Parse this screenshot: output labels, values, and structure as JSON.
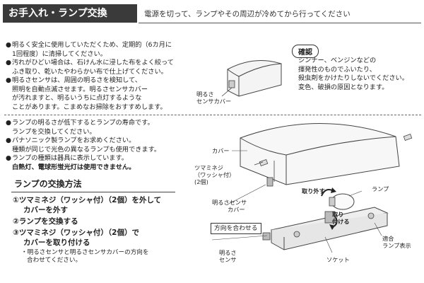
{
  "header": {
    "title": "お手入れ・ランプ交換",
    "subtitle": "電源を切って、ランプやその周辺が冷めてから行ってください"
  },
  "care": {
    "bullets": [
      [
        "明るく安全に使用していただくため、定期的（6カ月に",
        "1回程度）に清掃してください。"
      ],
      [
        "汚れがひどい場合は、石けん水に浸した布をよく絞って",
        "ふき取り、乾いたやわらかい布で仕上げてください。"
      ],
      [
        "明るさセンサは、周囲の明るさを検知して、",
        "照明を自動点滅させます。明るさセンサカバー",
        "が汚れますと、明るいうちに点灯するような",
        "ことがあります。こまめなお掃除をおすすめします。"
      ]
    ],
    "sensor_cover_label": [
      "明るさ",
      "センサカバー"
    ],
    "confirm_label": "確認",
    "confirm_text": [
      "シンナー、ベンジンなどの",
      "揮発性のものでふいたり、",
      "殺虫剤をかけたりしないでください。",
      "変色、破損の原因となります。"
    ]
  },
  "lamp": {
    "bullets": [
      [
        "ランプの明るさが低下するとランプの寿命です。",
        "ランプを交換してください。"
      ],
      [
        "パナソニック製ランプをお求めください。",
        "種類が同じで光色の異なるランプも使用できます。"
      ],
      [
        "ランプの種類は器具に表示しています。"
      ]
    ],
    "bold_note": "白熱灯、電球形蛍光灯は使用できません。",
    "section_title": "ランプの交換方法",
    "steps": [
      [
        "①ツマミネジ（ワッシャ付）（2個）を外して",
        "カバーを外す"
      ],
      [
        "②ランプを交換する"
      ],
      [
        "③ツマミネジ（ワッシャ付）（2個）で",
        "カバーを取り付ける"
      ]
    ],
    "sub_note": [
      "・明るさセンサと明るさセンサカバーの方向を",
      "合わせてください。"
    ]
  },
  "diagram": {
    "labels": {
      "cover": "カバー",
      "knob_screw": [
        "ツマミネジ",
        "（ワッシャ付）",
        "(2個)"
      ],
      "remove": "取り外す",
      "lamp": "ランプ",
      "sensor_cover": [
        "明るさセンサ",
        "カバー"
      ],
      "attach": [
        "取り",
        "付ける"
      ],
      "align_direction": "方向を合わせる",
      "compatible_lamp": [
        "適合",
        "ランプ表示"
      ],
      "sensor": [
        "明るさ",
        "センサ"
      ],
      "socket": "ソケット"
    }
  }
}
